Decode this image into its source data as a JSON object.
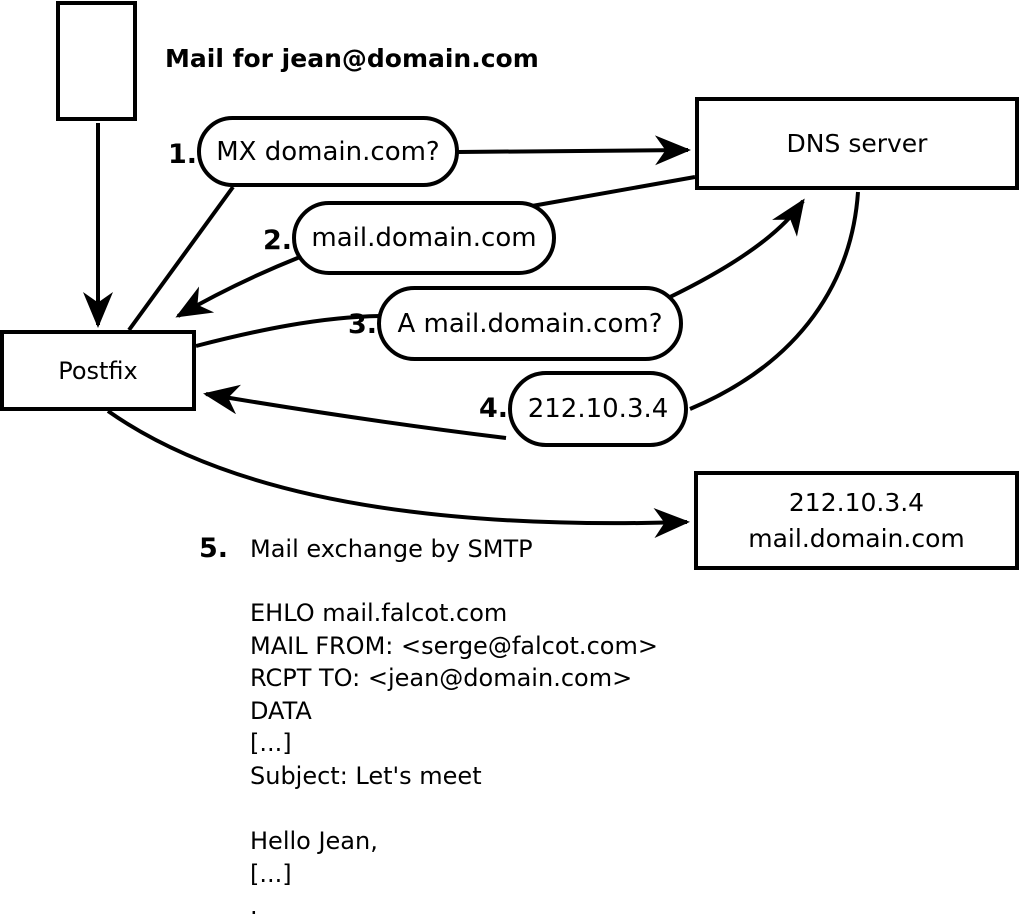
{
  "colors": {
    "ink": "#000000",
    "paper": "#ffffff"
  },
  "header": {
    "text": "Mail for jean@domain.com"
  },
  "nodes": {
    "postfix": {
      "label": "Postfix"
    },
    "dns": {
      "label": "DNS server"
    },
    "mail_server": {
      "line1": "212.10.3.4",
      "line2": "mail.domain.com"
    }
  },
  "steps": [
    {
      "num": "1.",
      "label": "MX domain.com?"
    },
    {
      "num": "2.",
      "label": "mail.domain.com"
    },
    {
      "num": "3.",
      "label": "A mail.domain.com?"
    },
    {
      "num": "4.",
      "label": "212.10.3.4"
    },
    {
      "num": "5.",
      "label": "Mail exchange by SMTP"
    }
  ],
  "smtp_session": {
    "lines": [
      "EHLO mail.falcot.com",
      "MAIL FROM: <serge@falcot.com>",
      "RCPT TO: <jean@domain.com>",
      "DATA",
      "[...]",
      "Subject: Let's meet",
      "",
      "Hello Jean,",
      "[...]",
      "."
    ]
  }
}
